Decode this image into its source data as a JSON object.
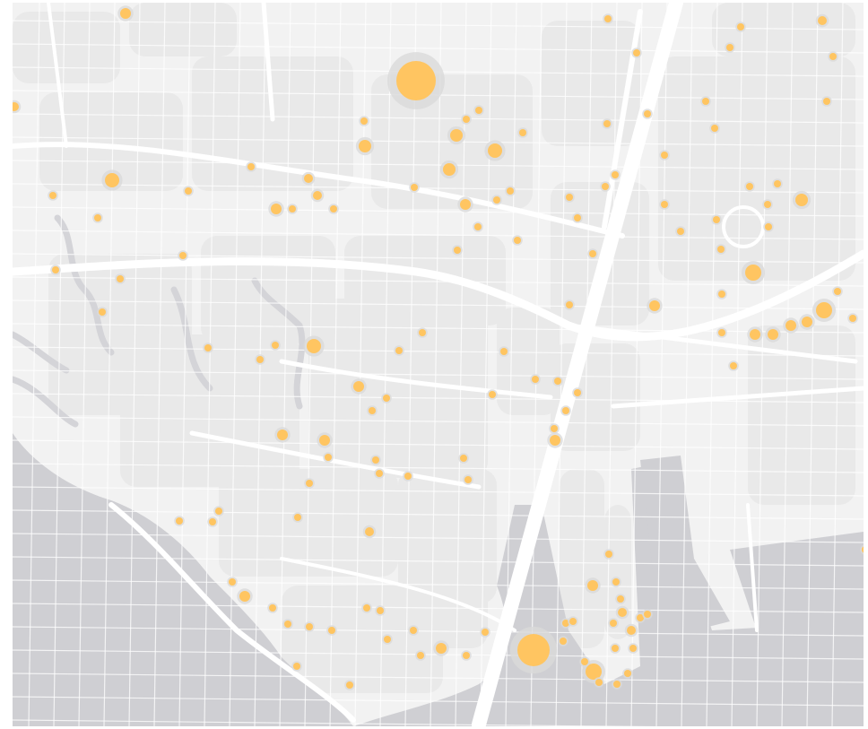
{
  "map": {
    "colors": {
      "land": "#f2f2f2",
      "block": "#e9e9e9",
      "water": "#cfcfd3",
      "canal": "#d4d4d8",
      "road": "#ffffff",
      "point_fill": "#ffc561",
      "point_halo": "#d9d9d9"
    },
    "basemap_style": "light-gray",
    "point_layer": {
      "symbol": "graduated-circle",
      "levels": [
        "small",
        "medium",
        "large"
      ]
    }
  }
}
